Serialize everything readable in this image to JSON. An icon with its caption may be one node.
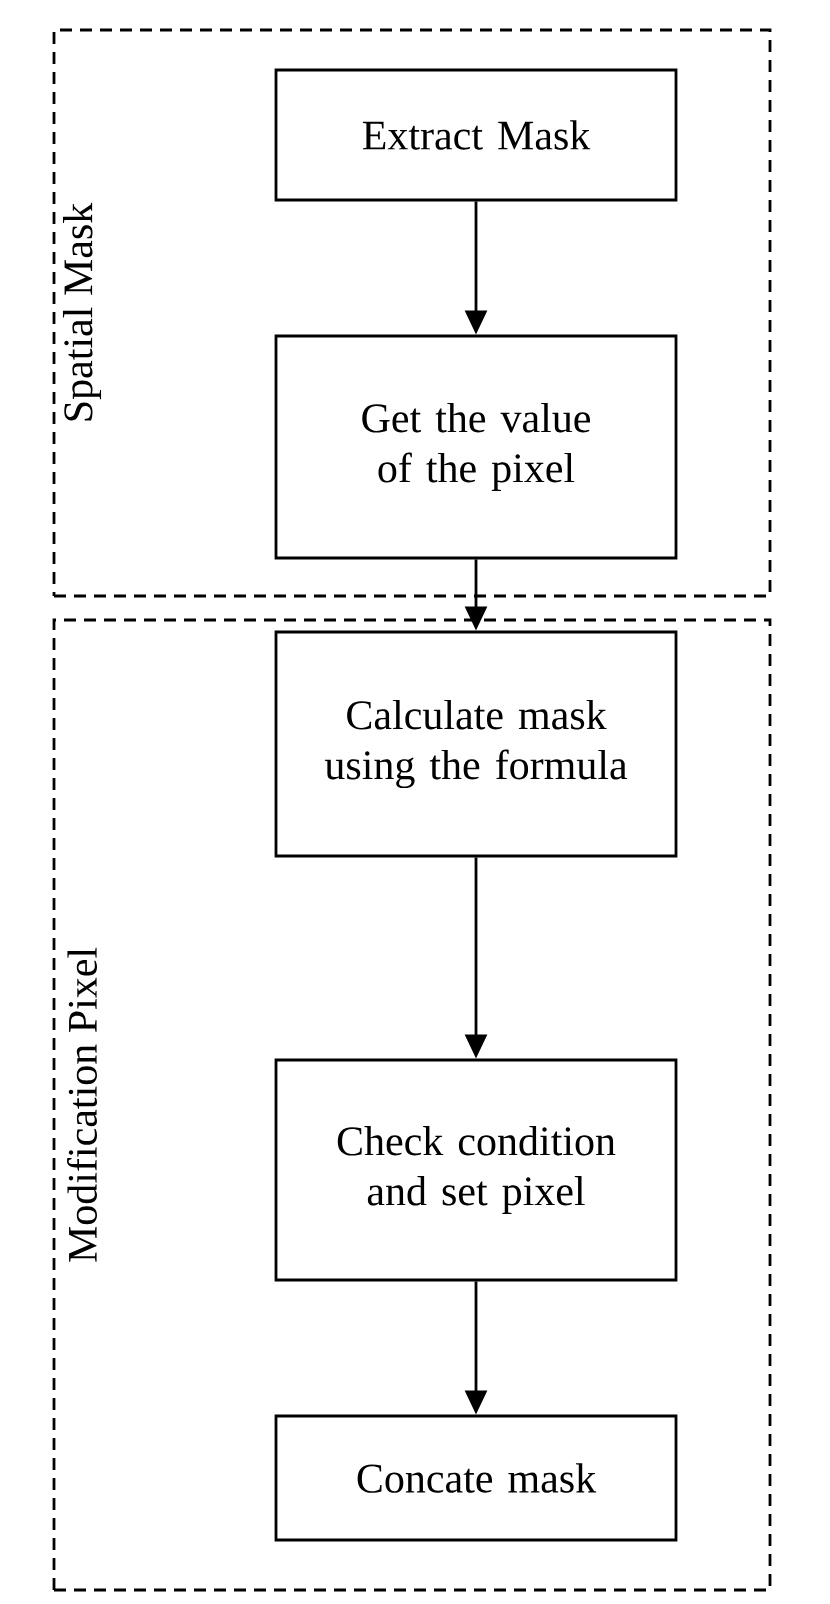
{
  "diagram": {
    "nodes": [
      {
        "text": [
          "Spatial Mask"
        ]
      },
      {
        "text": [
          "Extract Mask"
        ],
        "in": 0
      },
      {
        "text": [
          "Get the value of the pixel"
        ],
        "in": 0
      },
      {
        "text": [
          "Modification Pixel"
        ]
      },
      {
        "text": [
          "Calculate mask using the formula"
        ],
        "in": 3
      },
      {
        "text": [
          "Check condition and set pixel"
        ],
        "in": 3
      },
      {
        "text": [
          "Concate mask"
        ],
        "in": 3
      }
    ],
    "edges": [
      {
        "from": 1,
        "to": 2,
        "arrow": "to"
      },
      {
        "from": 2,
        "to": 4,
        "arrow": "to"
      },
      {
        "from": 4,
        "to": 5,
        "arrow": "to"
      },
      {
        "from": 5,
        "to": 6,
        "arrow": "to"
      }
    ]
  }
}
